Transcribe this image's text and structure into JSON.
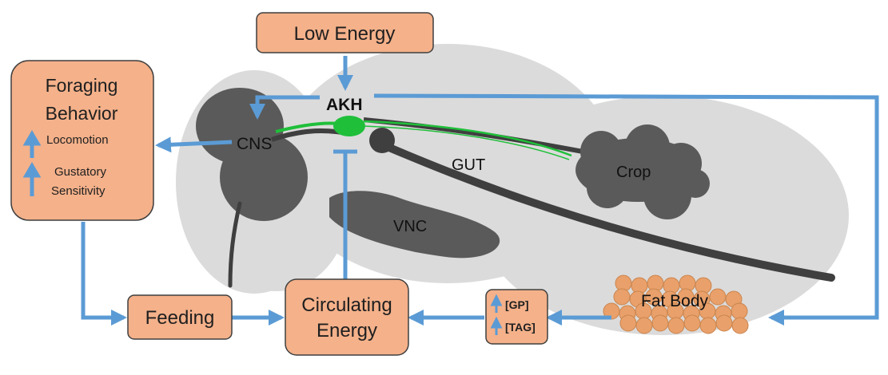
{
  "colors": {
    "box_fill": "#f4b18a",
    "box_stroke": "#3f3f3f",
    "arrow": "#5b9bd5",
    "body_light": "#dcdbdb",
    "organ_dark": "#5a5a5a",
    "gut_dark": "#3f3f3f",
    "akh_green": "#1fbf3a",
    "fat_body": "#e9a06a"
  },
  "boxes": {
    "low_energy": "Low Energy",
    "foraging_title_1": "Foraging",
    "foraging_title_2": "Behavior",
    "locomotion": "Locomotion",
    "gustatory_1": "Gustatory",
    "gustatory_2": "Sensitivity",
    "feeding": "Feeding",
    "circulating_1": "Circulating",
    "circulating_2": "Energy",
    "gp": "[GP]",
    "tag": "[TAG]"
  },
  "anatomy": {
    "akh": "AKH",
    "cns": "CNS",
    "gut": "GUT",
    "crop": "Crop",
    "vnc": "VNC",
    "fat_body": "Fat Body"
  },
  "icons": {
    "up_arrow": "up-arrow-icon"
  }
}
